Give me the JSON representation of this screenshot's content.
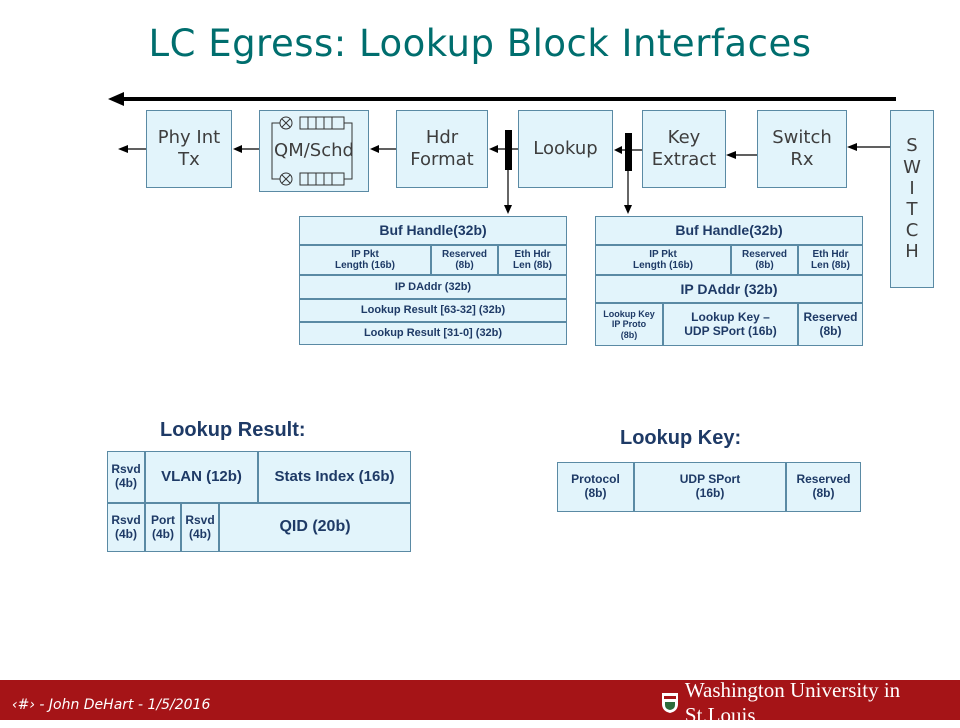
{
  "slide_title": "LC Egress: Lookup Block Interfaces",
  "blocks": {
    "phy_int_tx": "Phy Int\nTx",
    "qm_schd": "QM/Schd",
    "hdr_format": "Hdr\nFormat",
    "lookup": "Lookup",
    "key_extract": "Key\nExtract",
    "switch_rx": "Switch\nRx",
    "switch_fabric": [
      "S",
      "W",
      "I",
      "T",
      "C",
      "H"
    ]
  },
  "left_struct": {
    "buf_handle": "Buf Handle(32b)",
    "ip_pkt_length": "IP Pkt\nLength (16b)",
    "reserved": "Reserved\n(8b)",
    "eth_hdr_len": "Eth Hdr\nLen (8b)",
    "ip_daddr": "IP DAddr (32b)",
    "lookup_result_hi": "Lookup Result [63-32] (32b)",
    "lookup_result_lo": "Lookup Result [31-0] (32b)"
  },
  "right_struct": {
    "buf_handle": "Buf Handle(32b)",
    "ip_pkt_length": "IP Pkt\nLength (16b)",
    "reserved": "Reserved\n(8b)",
    "eth_hdr_len": "Eth Hdr\nLen (8b)",
    "ip_daddr": "IP DAddr (32b)",
    "lookup_key_ip_proto": "Lookup Key\nIP Proto\n(8b)",
    "lookup_key_udp_sport": "Lookup Key –\nUDP SPort (16b)",
    "reserved2": "Reserved\n(8b)"
  },
  "lookup_result": {
    "heading": "Lookup Result:",
    "rsvd_top": "Rsvd\n(4b)",
    "vlan": "VLAN (12b)",
    "stats_index": "Stats Index (16b)",
    "rsvd_bottom": "Rsvd\n(4b)",
    "port": "Port\n(4b)",
    "rsvd_bottom2": "Rsvd\n(4b)",
    "qid": "QID (20b)"
  },
  "lookup_key": {
    "heading": "Lookup Key:",
    "protocol": "Protocol\n(8b)",
    "udp_sport": "UDP SPort\n(16b)",
    "reserved": "Reserved\n(8b)"
  },
  "footer": {
    "text": "‹#› - John DeHart - 1/5/2016",
    "logo_text": "Washington University in St.Louis"
  },
  "colors": {
    "title": "#006e6e",
    "block_fill": "#e2f4fb",
    "label_text": "#1e3a66",
    "footer_bar": "#a51417"
  }
}
